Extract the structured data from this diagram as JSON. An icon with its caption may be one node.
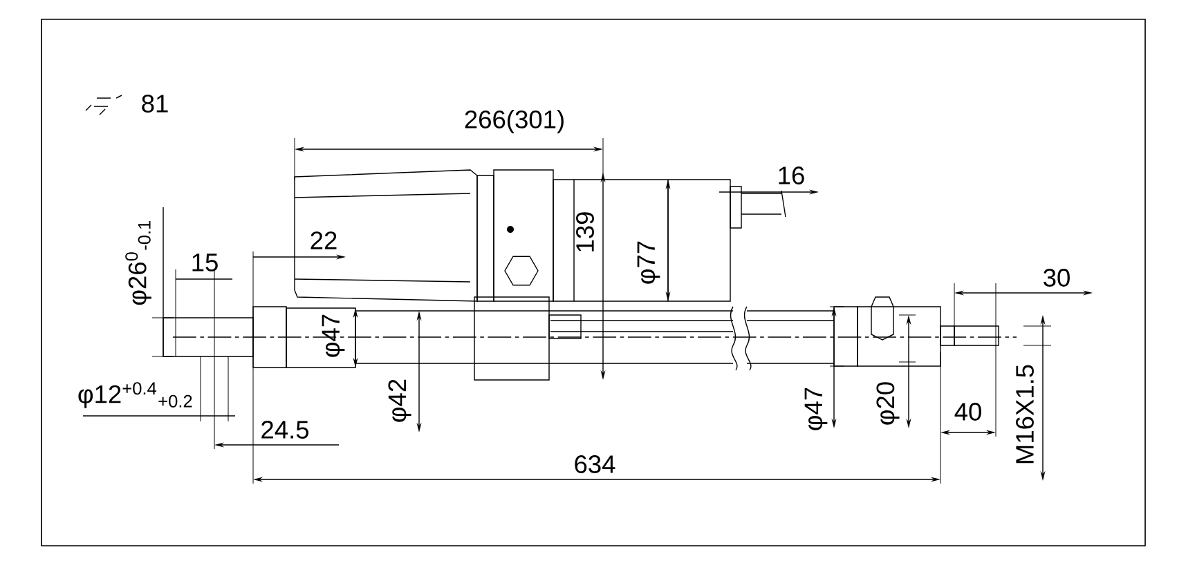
{
  "diagram": {
    "labels": [
      "81",
      "266(301)",
      "16",
      "22",
      "139",
      "φ77",
      "φ26$^{0}$$_{-0.1}$",
      "15",
      "φ47",
      "φ42",
      "φ12$^{+0.4}$$_{+0.2}$",
      "24.5",
      "634",
      "φ47",
      "φ20",
      "40",
      "30",
      "M16X1.5"
    ]
  }
}
